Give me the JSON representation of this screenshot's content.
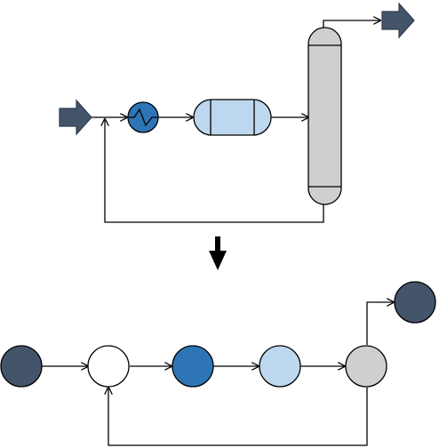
{
  "colors": {
    "background": "#ffffff",
    "line": "#000000",
    "dark_slate": "#44546a",
    "medium_blue": "#2e75b6",
    "light_blue": "#bdd7ee",
    "light_gray": "#d0cece",
    "white": "#ffffff"
  },
  "process_flow_diagram": {
    "units": [
      {
        "id": "feed",
        "icon": "feed-arrow-icon",
        "fill": "#44546a"
      },
      {
        "id": "heat-exchanger",
        "icon": "heat-exchanger-icon",
        "fill": "#2e75b6"
      },
      {
        "id": "reactor",
        "icon": "reactor-vessel-icon",
        "fill": "#bdd7ee"
      },
      {
        "id": "column",
        "icon": "distillation-column-icon",
        "fill": "#d0cece"
      },
      {
        "id": "product",
        "icon": "product-arrow-icon",
        "fill": "#44546a"
      }
    ],
    "recycle_stream": true
  },
  "transition_arrow": {
    "icon": "down-arrow-icon",
    "direction": "down"
  },
  "graph_representation": {
    "nodes": [
      {
        "id": "feed",
        "fill": "#44546a"
      },
      {
        "id": "mixer",
        "fill": "#ffffff"
      },
      {
        "id": "heat-exchanger",
        "fill": "#2e75b6"
      },
      {
        "id": "reactor",
        "fill": "#bdd7ee"
      },
      {
        "id": "column",
        "fill": "#d0cece"
      },
      {
        "id": "product",
        "fill": "#44546a"
      }
    ],
    "edges": [
      [
        "feed",
        "mixer"
      ],
      [
        "mixer",
        "heat-exchanger"
      ],
      [
        "heat-exchanger",
        "reactor"
      ],
      [
        "reactor",
        "column"
      ],
      [
        "column",
        "product"
      ],
      [
        "column",
        "mixer"
      ]
    ]
  }
}
